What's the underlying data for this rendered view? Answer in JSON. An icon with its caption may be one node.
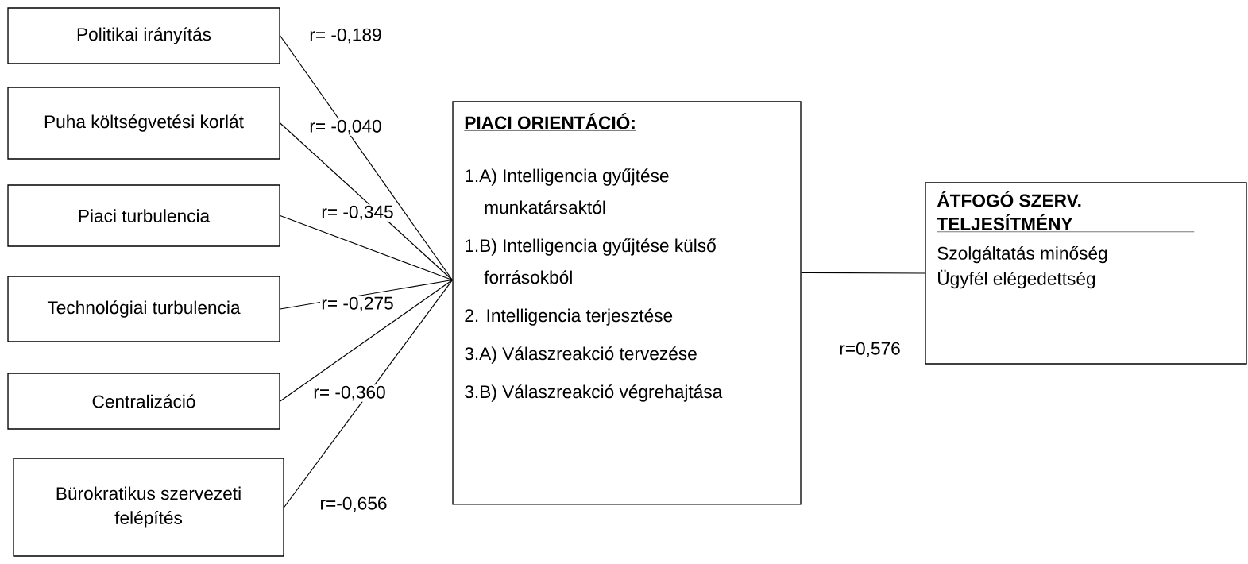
{
  "diagram": {
    "nodes": [
      {
        "text": [
          "Politikai irányítás"
        ]
      },
      {
        "text": [
          "Puha költségvetési korlát"
        ]
      },
      {
        "text": [
          "Piaci turbulencia"
        ]
      },
      {
        "text": [
          "Technológiai turbulencia"
        ]
      },
      {
        "text": [
          "Centralizáció"
        ]
      },
      {
        "text": [
          "Bürokratikus szervezeti felépítés"
        ]
      },
      {
        "text": [
          "PIACI ORIENTÁCIÓ:",
          "1.A) Intelligencia gyűjtése munkatársaktól",
          "1.B) Intelligencia gyűjtése külső forrásokból",
          "2. Intelligencia terjesztése",
          "3.A) Válaszreakció tervezése",
          "3.B) Válaszreakció végrehajtása"
        ]
      },
      {
        "text": [
          "ÁTFOGÓ SZERV. TELJESÍTMÉNY",
          "Szolgáltatás minőség",
          "Ügyfél elégedettség"
        ]
      }
    ],
    "edges": [
      {
        "from": 0,
        "to": 6,
        "arrow": "none",
        "label": "r= -0,189"
      },
      {
        "from": 1,
        "to": 6,
        "arrow": "none",
        "label": "r= -0,040"
      },
      {
        "from": 2,
        "to": 6,
        "arrow": "none",
        "label": "r= -0,345"
      },
      {
        "from": 3,
        "to": 6,
        "arrow": "none",
        "label": "r= -0,275"
      },
      {
        "from": 4,
        "to": 6,
        "arrow": "none",
        "label": "r= -0,360"
      },
      {
        "from": 5,
        "to": 6,
        "arrow": "none",
        "label": "r=-0,656"
      },
      {
        "from": 6,
        "to": 7,
        "arrow": "none",
        "label": "r=0,576"
      }
    ]
  }
}
